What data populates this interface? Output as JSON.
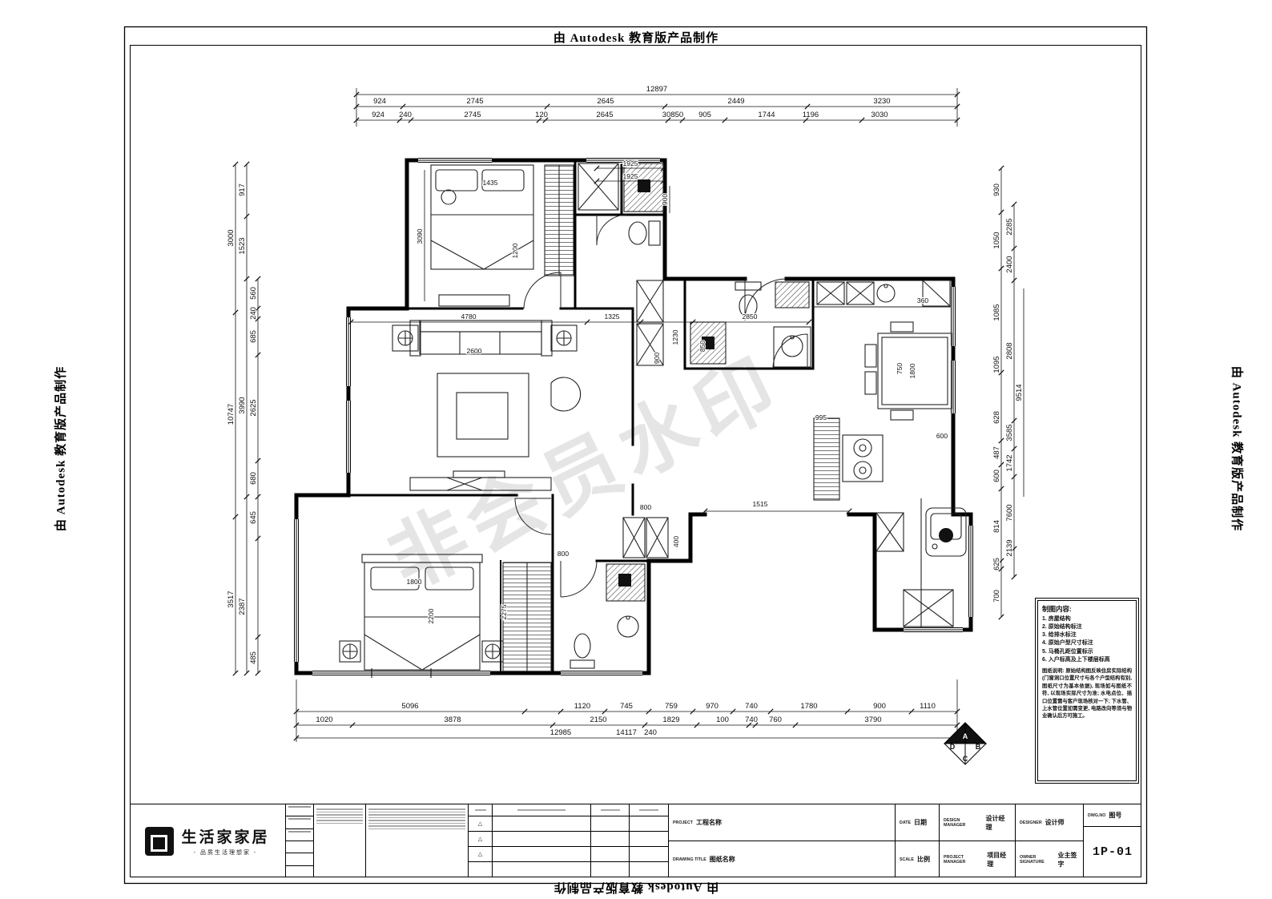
{
  "frame": {
    "autodesk": "由 Autodesk 教育版产品制作"
  },
  "watermark": {
    "text": "非会员水印"
  },
  "dims": {
    "top": {
      "total": "12897",
      "row1": [
        "924",
        "2745",
        "2645",
        "2449",
        "3230"
      ],
      "row2": [
        "924",
        "240",
        "2745",
        "120",
        "2645",
        "30850",
        "905",
        "1744",
        "1196",
        "3030"
      ]
    },
    "left": {
      "col_a": [
        "3000",
        "10747",
        "3517"
      ],
      "col_b": [
        "917",
        "1523",
        "3990",
        "2387"
      ],
      "col_c": [
        "560",
        "240",
        "685",
        "2625",
        "680",
        "645",
        "485"
      ]
    },
    "right": {
      "col_a": [
        "930",
        "1050",
        "1085",
        "1095",
        "628",
        "487",
        "600",
        "814",
        "625",
        "700"
      ],
      "col_b": [
        "2285",
        "2400",
        "2808",
        "3585",
        "1742",
        "7600",
        "2139"
      ],
      "col_c": [
        "9514"
      ]
    },
    "bottom": {
      "row1": [
        "5096",
        "1120",
        "745",
        "759",
        "970",
        "740",
        "1780",
        "900",
        "1110"
      ],
      "row2": [
        "1020",
        "3878",
        "2150",
        "1829",
        "100",
        "740",
        "760",
        "3790"
      ],
      "row3": [
        "12985",
        "14117",
        "240"
      ]
    },
    "interior": [
      "1925",
      "1925",
      "900",
      "1435",
      "3090",
      "1200",
      "4780",
      "1325",
      "2850",
      "2600",
      "900",
      "1230",
      "850",
      "360",
      "750",
      "1800",
      "995",
      "600",
      "800",
      "1515",
      "400",
      "800",
      "2275",
      "1800",
      "2200"
    ]
  },
  "marker": {
    "letters": [
      "A",
      "D",
      "B",
      "C"
    ]
  },
  "notes": {
    "title": "制图内容:",
    "items": [
      "1. 房屋结构",
      "2. 原始结构标注",
      "3. 给排水标注",
      "4. 原始户型尺寸标注",
      "5. 马桶孔距位置标示",
      "6. 入户标高及上下楼层标高"
    ],
    "body": "图纸说明: 原始结构图反映住房实际结构(门窗洞口位置尺寸与各个户型结构有别, 图纸尺寸为基本依据), 现场如与图纸不符, 以现场实际尺寸为准; 水电点位、插口位置需与客户现场核对一下; 下水管、上水管位置如需变更, 电路改向等须与物业确认后方可施工。"
  },
  "titleblock": {
    "logo_text": "生活家家居",
    "logo_tagline": "- 品质生活理想家 -",
    "revision_marks": [
      "△",
      "△",
      "△"
    ],
    "project_label": "PROJECT",
    "project_value": "工程名称",
    "drawing_title_label": "DRAWING TITLE",
    "drawing_title_value": "图纸名称",
    "date_label": "DATE",
    "date_value": "日期",
    "scale_label": "SCALE",
    "scale_value": "比例",
    "design_manager_label": "DESIGN MANAGER",
    "design_manager_value": "设计经理",
    "project_manager_label": "PROJECT MANAGER",
    "project_manager_value": "项目经理",
    "designer_label": "DESIGNER",
    "designer_value": "设计师",
    "owner_label": "OWNER SIGNATURE",
    "owner_value": "业主签字",
    "dwg_label": "DWG.NO",
    "dwg_value": "图号",
    "sheet_no": "1P-01"
  }
}
